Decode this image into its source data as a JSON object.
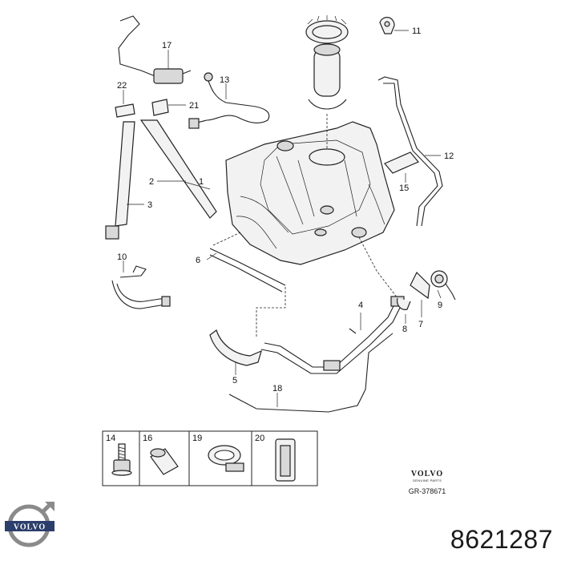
{
  "callouts": {
    "c1": "1",
    "c2": "2",
    "c3": "3",
    "c4": "4",
    "c5": "5",
    "c6": "6",
    "c7": "7",
    "c8": "8",
    "c9": "9",
    "c10": "10",
    "c11": "11",
    "c12": "12",
    "c13": "13",
    "c15": "15",
    "c17": "17",
    "c18": "18",
    "c21": "21",
    "c22": "22"
  },
  "legend": {
    "items": [
      "14",
      "16",
      "19",
      "20"
    ]
  },
  "brand": {
    "name": "VOLVO",
    "tagline": "GENUINE PARTS",
    "reference": "GR-378671",
    "badge_text": "VOLVO"
  },
  "part_number": "8621287"
}
